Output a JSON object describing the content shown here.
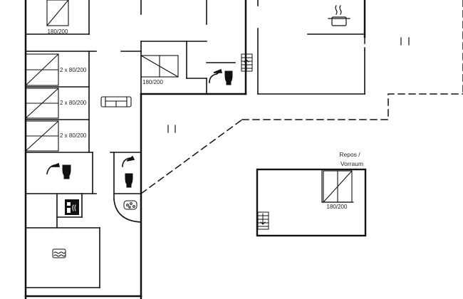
{
  "bed_labels": {
    "top_bed": "180/200",
    "mid_bed": "180/200",
    "bunk_1": "2 x 80/200",
    "bunk_2": "2 x 80/200",
    "bunk_3": "2 x 80/200",
    "annex_bed": "180/200"
  },
  "area_labels": {
    "annex_line1": "Repos /",
    "annex_line2": "Vorraum"
  },
  "icons": [
    "kitchen-pot-icon",
    "sofa-icon",
    "shower-icon",
    "toilet-icon",
    "hot-tub-icon",
    "sauna-icon",
    "pool-icon",
    "stairs-icon"
  ],
  "colors": {
    "wall": "#111111",
    "background": "#ffffff"
  }
}
